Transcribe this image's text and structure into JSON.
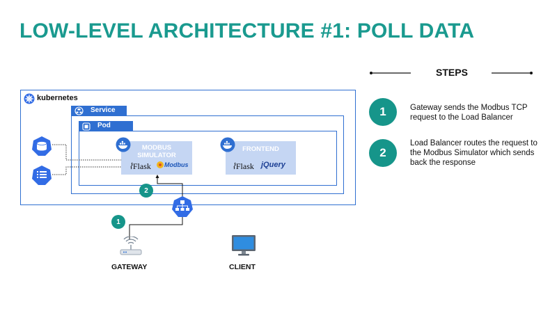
{
  "title": "LOW-LEVEL ARCHITECTURE #1: POLL DATA",
  "steps": {
    "header": "STEPS",
    "items": [
      {
        "number": "1",
        "text": "Gateway sends the Modbus TCP request to the Load Balancer"
      },
      {
        "number": "2",
        "text": "Load Balancer routes the request to the Modbus Simulator which sends back the response"
      }
    ]
  },
  "diagram": {
    "cluster_label": "kubernetes",
    "service_label": "Service",
    "pod_label": "Pod",
    "containers": [
      {
        "title_line1": "MODBUS",
        "title_line2": "SIMULATOR",
        "tech1": "Flask",
        "tech2": "Modbus"
      },
      {
        "title_line1": "FRONTEND",
        "title_line2": "",
        "tech1": "Flask",
        "tech2": "jQuery"
      }
    ],
    "flow_markers": [
      "1",
      "2"
    ],
    "gateway_label": "GATEWAY",
    "client_label": "CLIENT"
  },
  "colors": {
    "teal": "#16958a",
    "k8s_blue": "#2f6fd1",
    "container_fill": "#c5d6f3"
  },
  "icons": [
    "kubernetes-icon",
    "service-icon",
    "pod-icon",
    "docker-icon",
    "database-icon",
    "configmap-icon",
    "load-balancer-icon",
    "router-icon",
    "monitor-icon"
  ]
}
